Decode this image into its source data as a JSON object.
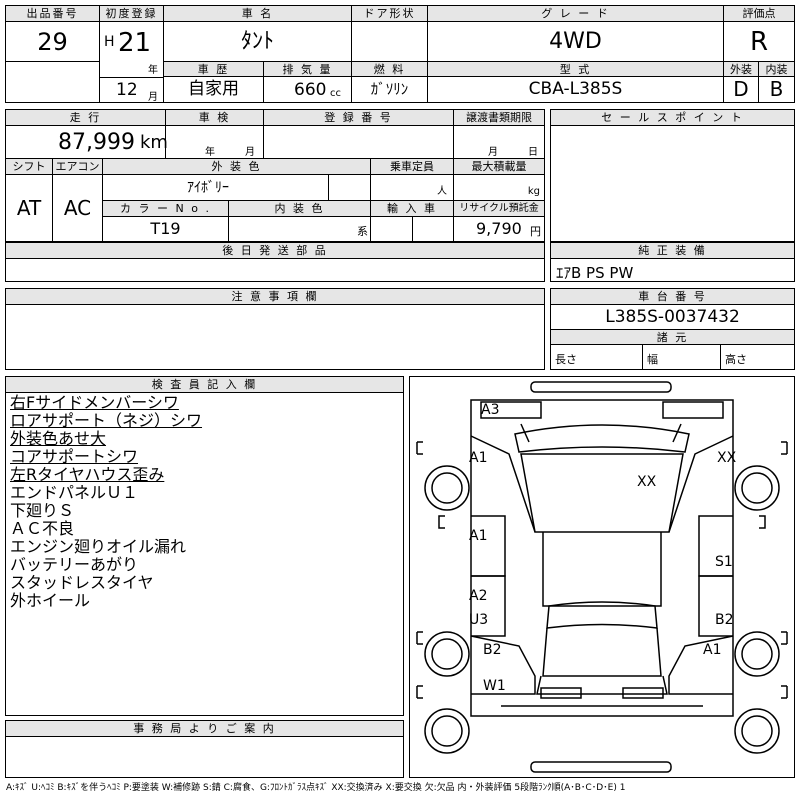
{
  "header": {
    "lot_no_label": "出品番号",
    "lot_no": "29",
    "first_reg_label": "初度登録",
    "era": "H",
    "year": "21",
    "year_unit": "年",
    "month": "12",
    "month_unit": "月",
    "car_name_label": "車 名",
    "car_name": "ﾀﾝﾄ",
    "door_label": "ドア形状",
    "door": "",
    "grade_label": "グ レ ー ド",
    "grade": "4WD",
    "score_label": "評価点",
    "score": "R",
    "history_label": "車 歴",
    "history": "自家用",
    "displacement_label": "排 気 量",
    "displacement": "660",
    "displacement_unit": "cc",
    "fuel_label": "燃 料",
    "fuel": "ｶﾞｿﾘﾝ",
    "model_label": "型 式",
    "model": "CBA-L385S",
    "exterior_label": "外装",
    "exterior": "D",
    "interior_label": "内装",
    "interior": "B"
  },
  "row2": {
    "mileage_label": "走 行",
    "mileage": "87,999",
    "mileage_unit": "km",
    "inspection_label": "車 検",
    "inspection_year": "年",
    "inspection_month": "月",
    "regno_label": "登 録 番 号",
    "regno": "",
    "transfer_label": "譲渡書類期限",
    "transfer_month": "月",
    "transfer_day": "日",
    "sales_label": "セ ー ル ス ポ イ ン ト",
    "shift_label": "シフト",
    "shift": "AT",
    "ac_label": "エアコン",
    "ac": "AC",
    "color_label": "外 装 色",
    "color": "ｱｲﾎﾞﾘｰ",
    "capacity_label": "乗車定員",
    "capacity_unit": "人",
    "load_label": "最大積載量",
    "load_unit": "kg",
    "colorno_label": "カ ラ ー  N o .",
    "colorno": "T19",
    "intcolor_label": "内 装 色",
    "intcolor_unit": "系",
    "import_label": "輸 入 車",
    "recycle_label": "リサイクル預託金",
    "recycle": "9,790",
    "recycle_unit": "円"
  },
  "parts_label": "後 日 発 送 部 品",
  "genuine_label": "純 正 装 備",
  "genuine": "ｴｱB PS PW",
  "notice_label": "注 意 事 項 欄",
  "chassis_label": "車 台 番 号",
  "chassis": "L385S-0037432",
  "specs_label": "諸 元",
  "length_label": "長さ",
  "width_label": "幅",
  "height_label": "高さ",
  "inspector_label": "検 査 員 記 入 欄",
  "inspector_notes": [
    "右Fサイドメンバーシワ",
    "ロアサポート（ネジ）シワ",
    "外装色あせ大",
    "コアサポートシワ",
    "左Rタイヤハウス歪み",
    "エンドパネルＵ１",
    "下廻りＳ",
    "ＡＣ不良",
    "エンジン廻りオイル漏れ",
    "バッテリーあがり",
    "スタッドレスタイヤ",
    "外ホイール"
  ],
  "office_label": "事 務 局 よ り ご 案 内",
  "diagram_marks": {
    "a3": "A3",
    "a1_fl": "A1",
    "xx_fr": "XX",
    "xx_hood": "XX",
    "a1_fdoor": "A1",
    "s1": "S1",
    "a2": "A2",
    "u3": "U3",
    "b2_r": "B2",
    "b2_rl": "B2",
    "a1_rr": "A1",
    "w1": "W1"
  },
  "legend": "A:ｷｽﾞ U:ﾍｺﾐ B:ｷｽﾞを伴うﾍｺﾐ P:要塗装 W:補修跡 S:錆 C:腐食、G:ﾌﾛﾝﾄｶﾞﾗｽ点ｷｽﾞ XX:交換済み X:要交換 欠:欠品 内・外装評価 5段階ﾗﾝｸ順(A･B･C･D･E) 1"
}
